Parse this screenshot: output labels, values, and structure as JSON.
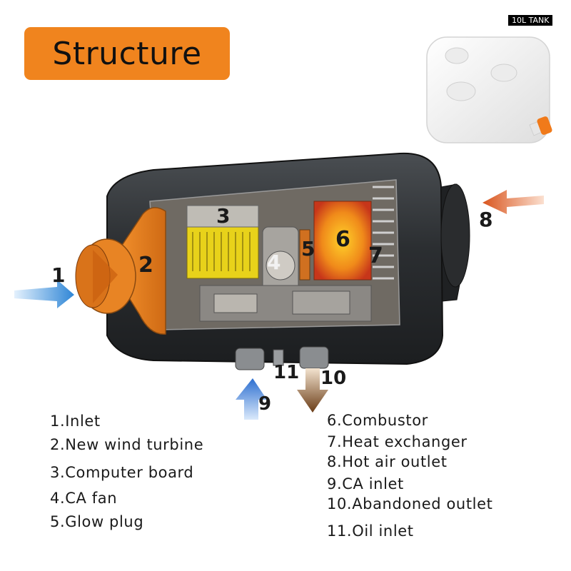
{
  "title": "Structure",
  "tank_label": "10L TANK",
  "callouts": {
    "n1": "1",
    "n2": "2",
    "n3": "3",
    "n4": "4",
    "n5": "5",
    "n6": "6",
    "n7": "7",
    "n8": "8",
    "n9": "9",
    "n10": "10",
    "n11": "11"
  },
  "legend": {
    "left": [
      "1.Inlet",
      "2.New wind turbine",
      "3.Computer board",
      "4.CA fan",
      "5.Glow plug"
    ],
    "right": [
      "6.Combustor",
      "7.Heat exchanger",
      "8.Hot air outlet",
      "9.CA inlet",
      "10.Abandoned outlet",
      "11.Oil inlet"
    ]
  },
  "colors": {
    "title_bg": "#f0841e",
    "turbine": "#e07a1c",
    "housing": "#2b2e31",
    "inlet_arrow": "#3d8fd9",
    "outlet_arrow": "#e0672a",
    "ca_arrow": "#3a7bd5",
    "abandoned_arrow": "#7a4a1e"
  }
}
